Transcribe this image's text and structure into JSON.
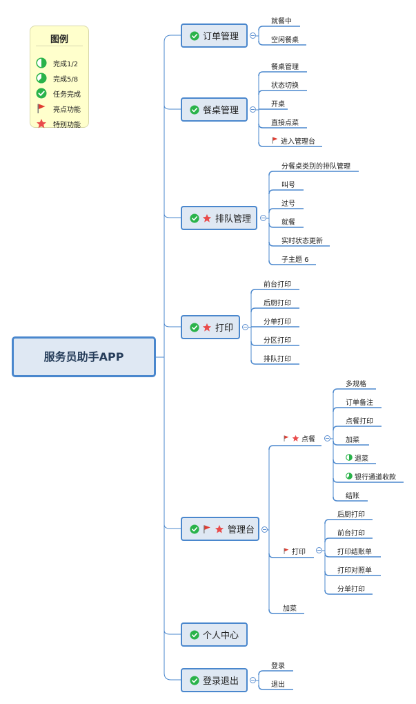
{
  "legend": {
    "title": "图例",
    "items": [
      {
        "icon": "half-progress-icon",
        "label": "完成1/2"
      },
      {
        "icon": "five-eighths-progress-icon",
        "label": "完成5/8"
      },
      {
        "icon": "check-done-icon",
        "label": "任务完成"
      },
      {
        "icon": "red-flag-icon",
        "label": "亮点功能"
      },
      {
        "icon": "red-star-icon",
        "label": "特别功能"
      }
    ]
  },
  "root": {
    "label": "服务员助手APP"
  },
  "topics": {
    "order": {
      "label": "订单管理",
      "children": [
        "就餐中",
        "空闲餐桌"
      ]
    },
    "table": {
      "label": "餐桌管理",
      "children": [
        "餐桌管理",
        "状态切换",
        "开桌",
        "直接点菜",
        "进入管理台"
      ]
    },
    "queue": {
      "label": "排队管理",
      "children": [
        "分餐桌类别的排队管理",
        "叫号",
        "过号",
        "就餐",
        "实时状态更新",
        "子主题 6"
      ]
    },
    "print": {
      "label": "打印",
      "children": [
        "前台打印",
        "后厨打印",
        "分单打印",
        "分区打印",
        "排队打印"
      ]
    },
    "console": {
      "label": "管理台",
      "order_node": {
        "label": "点餐",
        "children": [
          "多规格",
          "订单备注",
          "点餐打印",
          "加菜",
          "退菜",
          "银行通道收款",
          "结账"
        ]
      },
      "print_node": {
        "label": "打印",
        "children": [
          "后厨打印",
          "前台打印",
          "打印结账单",
          "打印对照单",
          "分单打印"
        ]
      },
      "add_dish": "加菜"
    },
    "profile": {
      "label": "个人中心"
    },
    "login": {
      "label": "登录退出",
      "children": [
        "登录",
        "退出"
      ]
    }
  },
  "colors": {
    "line": "#4a87cd",
    "topic_fill": "#dfe8f3",
    "check": "#2ab34a",
    "flag": "#e03c31",
    "star": "#e94b4b",
    "legend_fill": "#ffffcc"
  }
}
